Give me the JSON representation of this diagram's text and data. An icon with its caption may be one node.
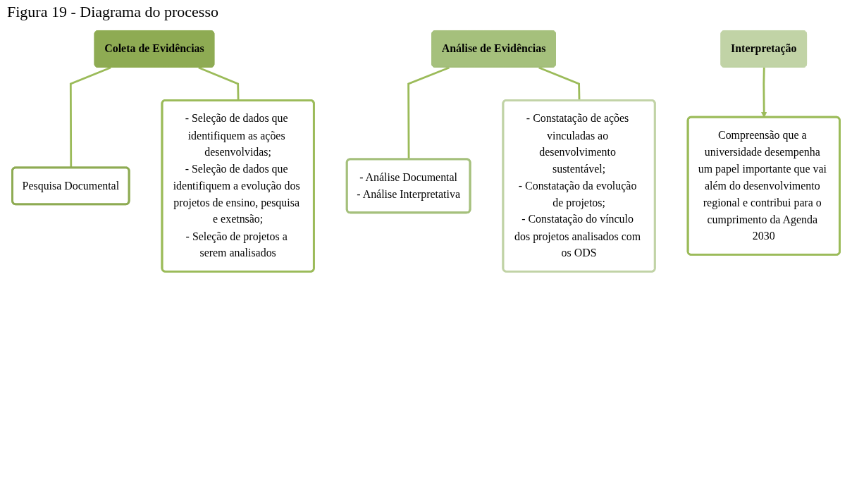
{
  "diagram": {
    "title": "Figura 19 - Diagrama do processo",
    "nodes": [
      {
        "text": [
          "Coleta de Evidências"
        ]
      },
      {
        "text": [
          "Pesquisa Documental"
        ]
      },
      {
        "text": [
          "- Seleção de dados que identifiquem as ações desenvolvidas;",
          "- Seleção de dados que identifiquem a evolução dos projetos de ensino, pesquisa e exetnsão;",
          "- Seleção de projetos a serem analisados"
        ]
      },
      {
        "text": [
          "Análise de Evidências"
        ]
      },
      {
        "text": [
          "- Análise Documental",
          "- Análise Interpretativa"
        ]
      },
      {
        "text": [
          "- Constatação de ações vinculadas ao desenvolvimento sustentável;",
          "- Constatação da evolução de projetos;",
          "- Constatação do vínculo dos projetos analisados com os ODS"
        ]
      },
      {
        "text": [
          "Interpretação"
        ]
      },
      {
        "text": [
          "Compreensão que a universidade desempenha um papel importante que vai além do desenvolvimento regional e contribui para o cumprimento da Agenda 2030"
        ]
      }
    ],
    "edges": [
      {
        "from": 0,
        "to": 1,
        "arrow": "none"
      },
      {
        "from": 0,
        "to": 2,
        "arrow": "none"
      },
      {
        "from": 3,
        "to": 4,
        "arrow": "none"
      },
      {
        "from": 3,
        "to": 5,
        "arrow": "none"
      },
      {
        "from": 6,
        "to": 7,
        "arrow": "to"
      }
    ]
  }
}
